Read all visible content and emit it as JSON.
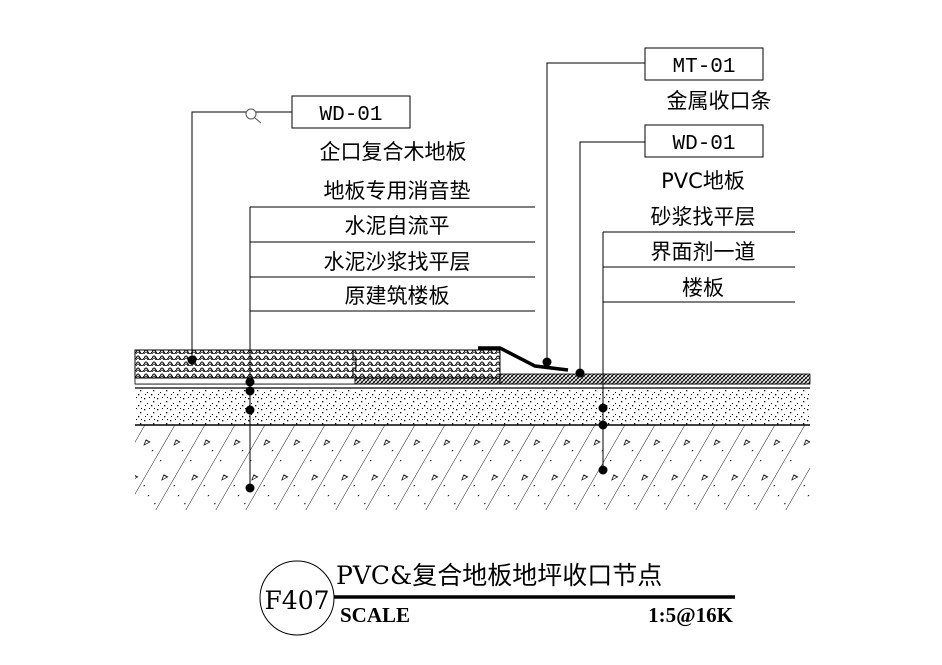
{
  "drawing": {
    "left_labels": {
      "tag": "WD-01",
      "name": "企口复合木地板",
      "layers": [
        "地板专用消音垫",
        "水泥自流平",
        "水泥沙浆找平层",
        "原建筑楼板"
      ]
    },
    "right_labels": {
      "strip_tag": "MT-01",
      "strip_name": "金属收口条",
      "tag": "WD-01",
      "name": "PVC地板",
      "layers": [
        "砂浆找平层",
        "界面剂一道",
        "楼板"
      ]
    },
    "title_block": {
      "number": "F407",
      "title": "PVC&复合地板地坪收口节点",
      "scale_label": "SCALE",
      "scale_value": "1:5@16K"
    }
  }
}
